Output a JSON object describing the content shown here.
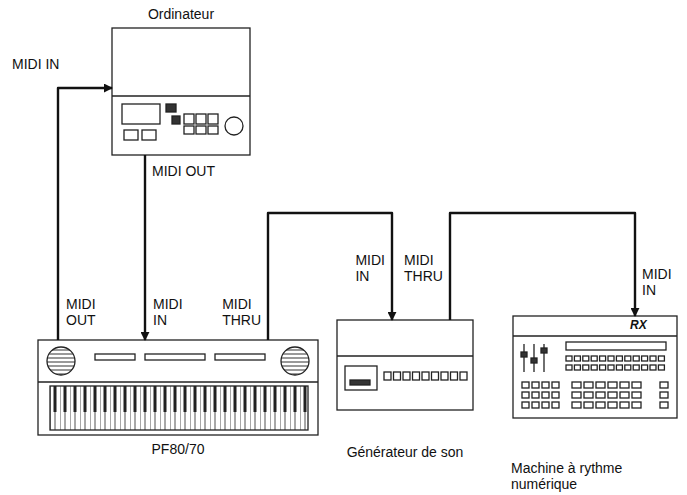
{
  "diagram": {
    "nodes": [
      {
        "text": [
          "Ordinateur"
        ]
      },
      {
        "text": [
          "PF80/70"
        ]
      },
      {
        "text": [
          "Générateur de son"
        ]
      },
      {
        "text": [
          "Machine à rythme numérique"
        ]
      }
    ],
    "edges": [
      {
        "from": 1,
        "to": 0,
        "arrow": "to"
      },
      {
        "from": 0,
        "to": 1,
        "arrow": "to"
      },
      {
        "from": 1,
        "to": 2,
        "arrow": "to"
      },
      {
        "from": 2,
        "to": 3,
        "arrow": "to"
      }
    ],
    "labels": [
      "MIDI IN",
      "MIDI OUT",
      "MIDI OUT",
      "MIDI IN",
      "MIDI THRU",
      "MIDI IN",
      "MIDI THRU",
      "MIDI IN",
      "RX"
    ]
  }
}
